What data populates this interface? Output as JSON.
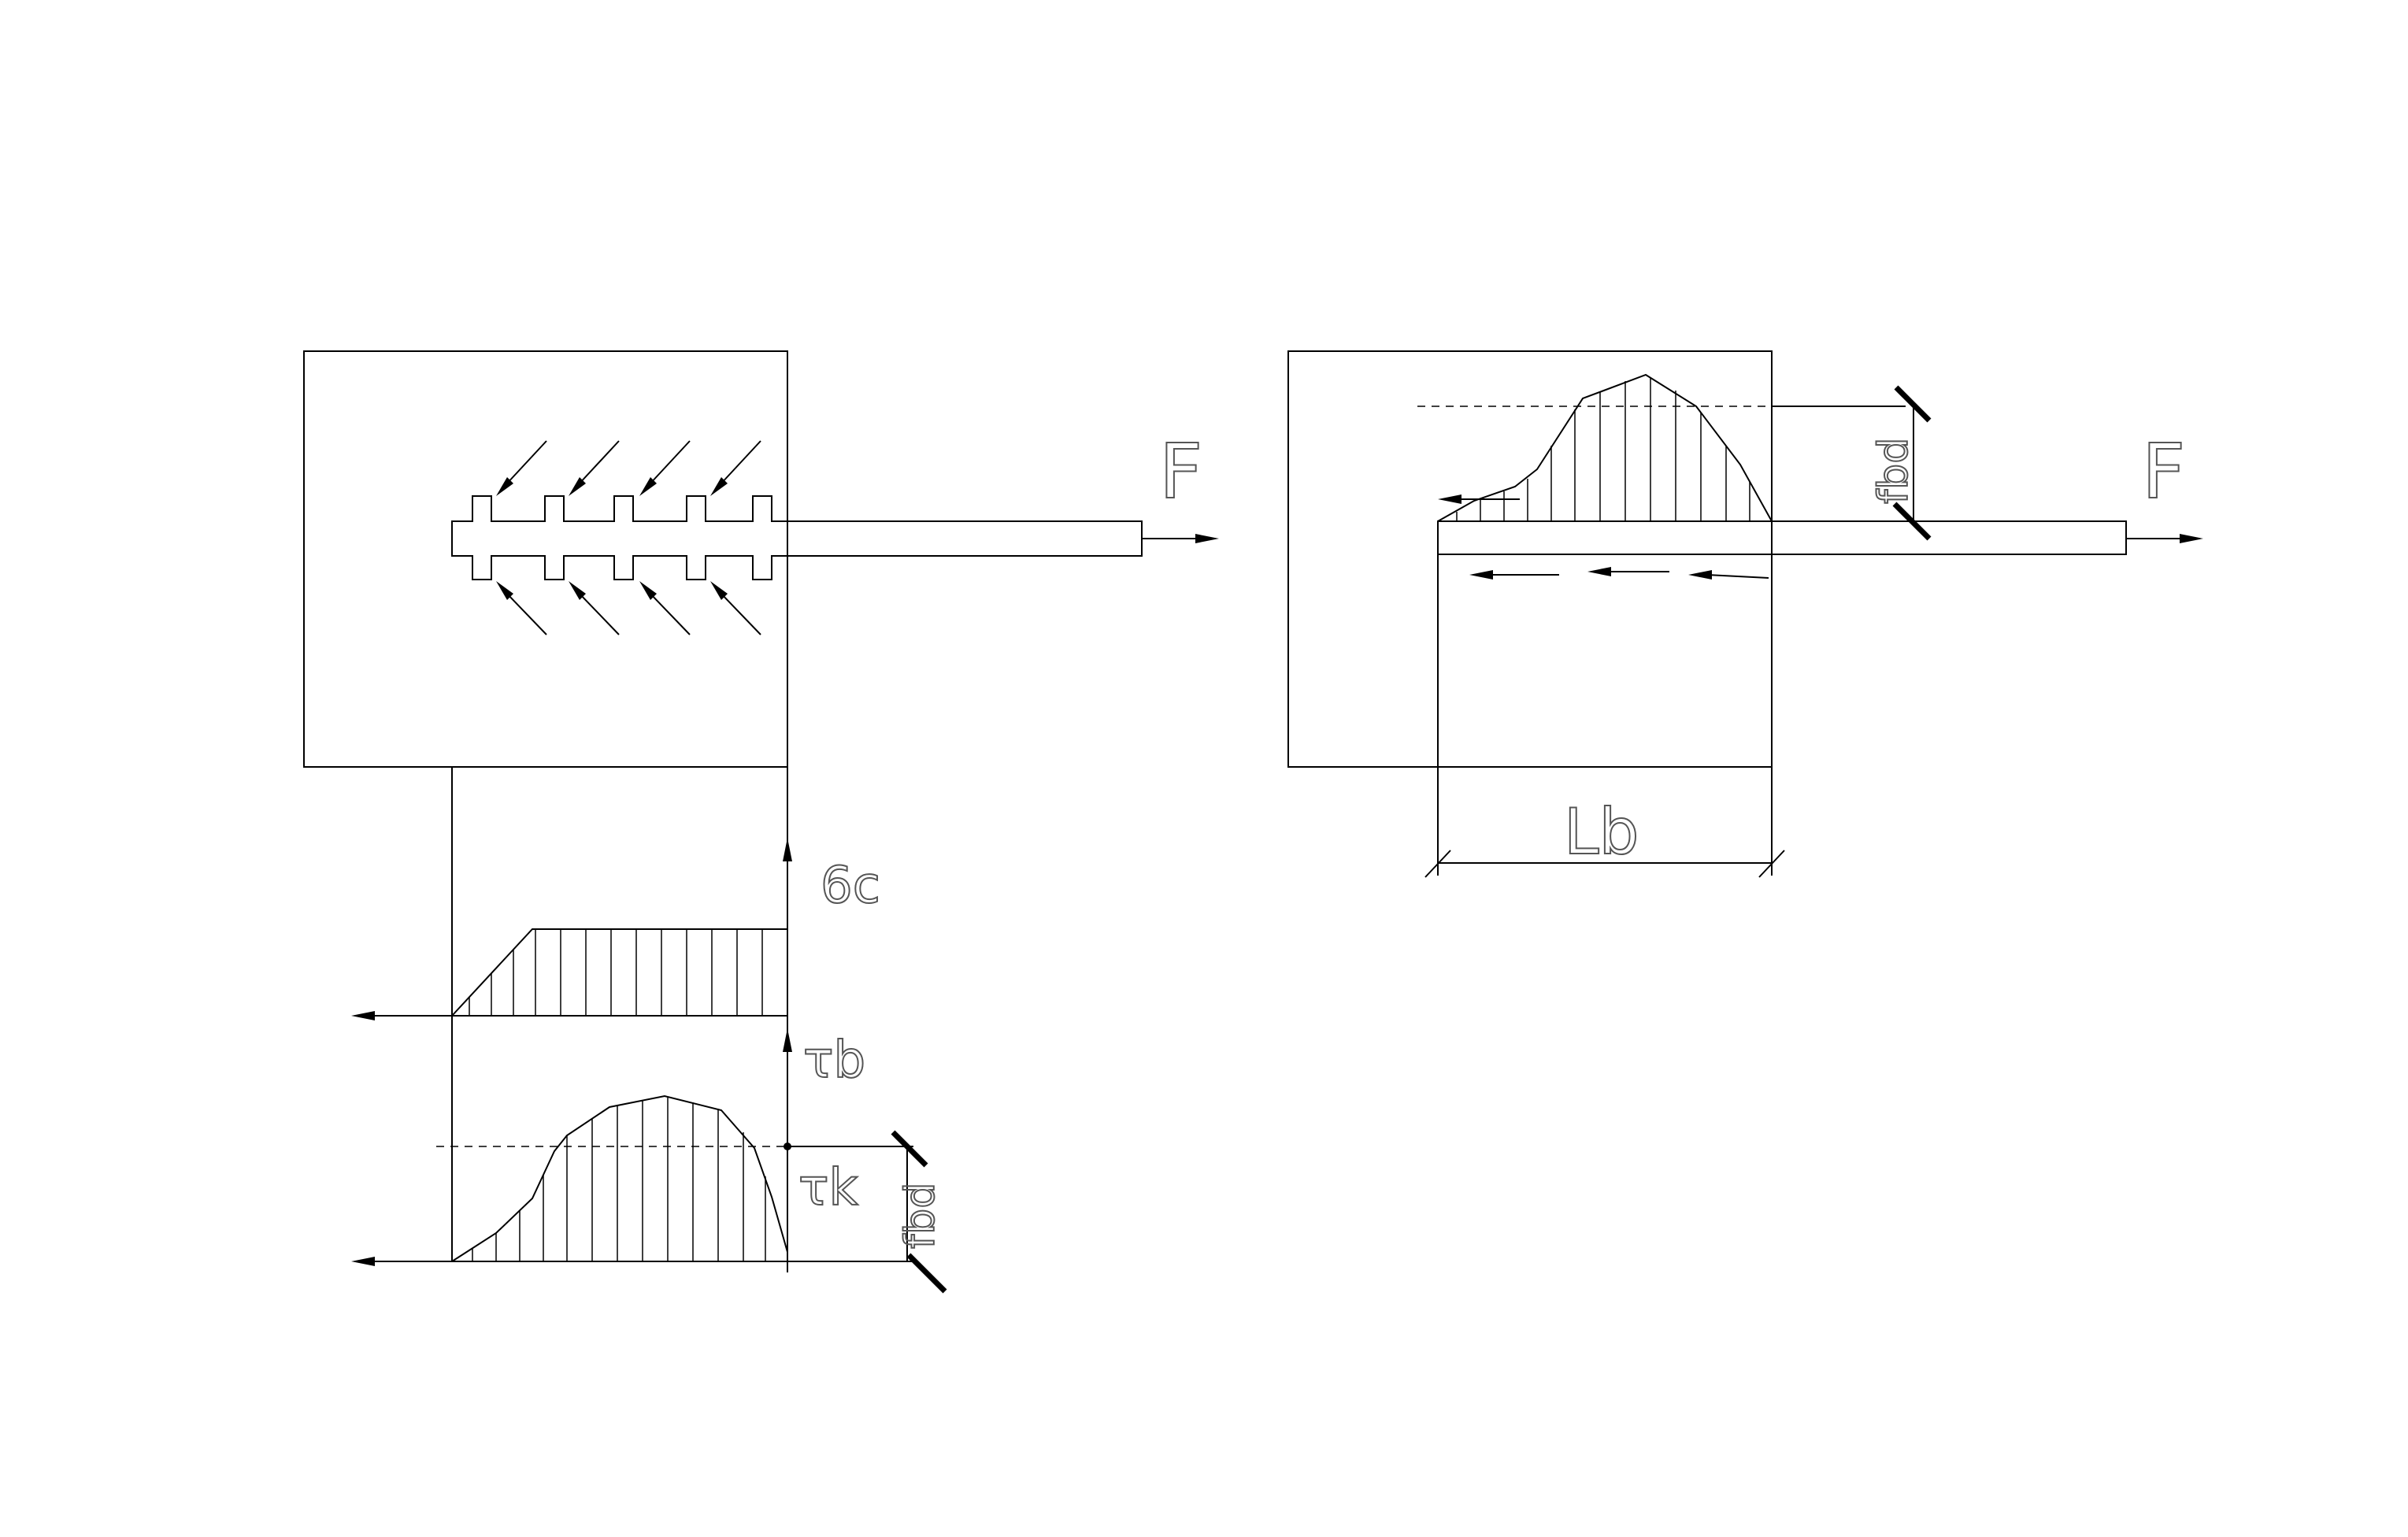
{
  "diagram": {
    "left": {
      "force_label": "F",
      "sigma_label": "6c",
      "tau_b_label": "τb",
      "tau_k_label": "τk",
      "fbd_label": "fbd"
    },
    "right": {
      "force_label": "F",
      "fbd_label": "fbd",
      "length_label": "Lb"
    }
  }
}
